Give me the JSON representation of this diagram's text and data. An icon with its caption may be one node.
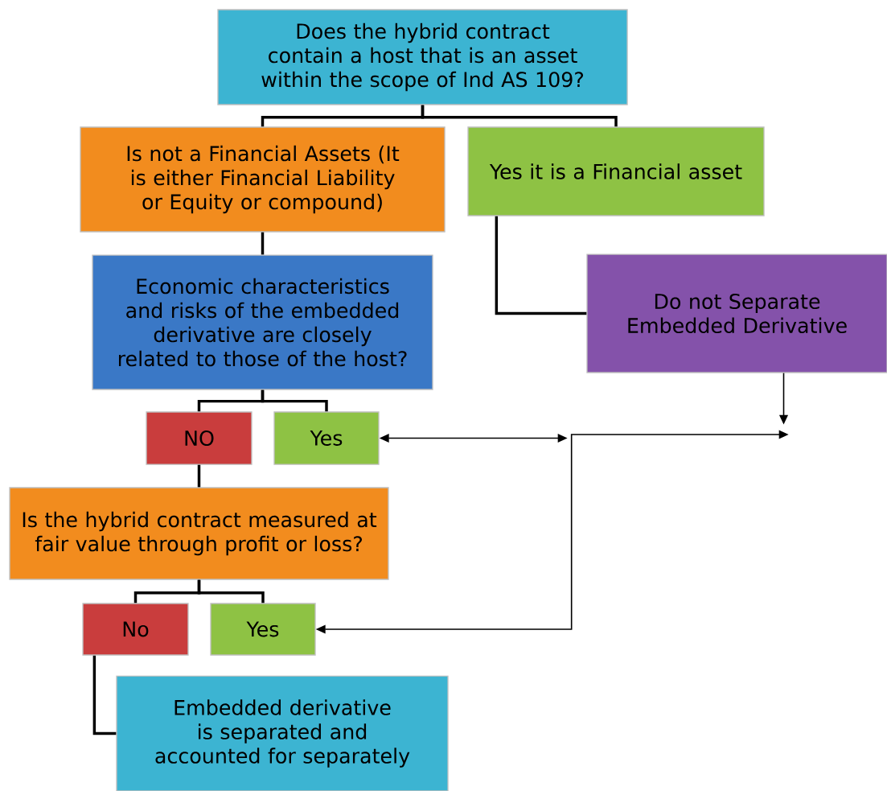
{
  "diagram": {
    "nodes": [
      {
        "text": [
          "Does the hybrid contract contain a host that is an asset within the scope of Ind AS 109?"
        ]
      },
      {
        "text": [
          "Is not a Financial Assets (It is either Financial Liability or Equity or compound)"
        ]
      },
      {
        "text": [
          "Yes it is a Financial asset"
        ]
      },
      {
        "text": [
          "Economic characteristics and risks of the embedded derivative are closely related to those of the host?"
        ]
      },
      {
        "text": [
          "Do not Separate Embedded Derivative"
        ]
      },
      {
        "text": [
          "NO"
        ]
      },
      {
        "text": [
          "Yes"
        ]
      },
      {
        "text": [
          "Is the hybrid contract measured at fair value through profit or loss?"
        ]
      },
      {
        "text": [
          "No"
        ]
      },
      {
        "text": [
          "Yes"
        ]
      },
      {
        "text": [
          "Embedded derivative is separated and accounted for separately"
        ]
      }
    ],
    "edges": [
      {
        "from": 0,
        "to": 1,
        "arrow": "none"
      },
      {
        "from": 0,
        "to": 2,
        "arrow": "none"
      },
      {
        "from": 1,
        "to": 3,
        "arrow": "none"
      },
      {
        "from": 2,
        "to": 4,
        "arrow": "none"
      },
      {
        "from": 3,
        "to": 5,
        "arrow": "none"
      },
      {
        "from": 3,
        "to": 6,
        "arrow": "none"
      },
      {
        "from": 5,
        "to": 7,
        "arrow": "none"
      },
      {
        "from": 7,
        "to": 8,
        "arrow": "none"
      },
      {
        "from": 7,
        "to": 9,
        "arrow": "none"
      },
      {
        "from": 8,
        "to": 10,
        "arrow": "none"
      },
      {
        "from": 4,
        "to": null,
        "arrow": "to"
      },
      {
        "from": 6,
        "to": null,
        "arrow": "both"
      },
      {
        "from": 9,
        "to": null,
        "arrow": "both"
      }
    ]
  }
}
